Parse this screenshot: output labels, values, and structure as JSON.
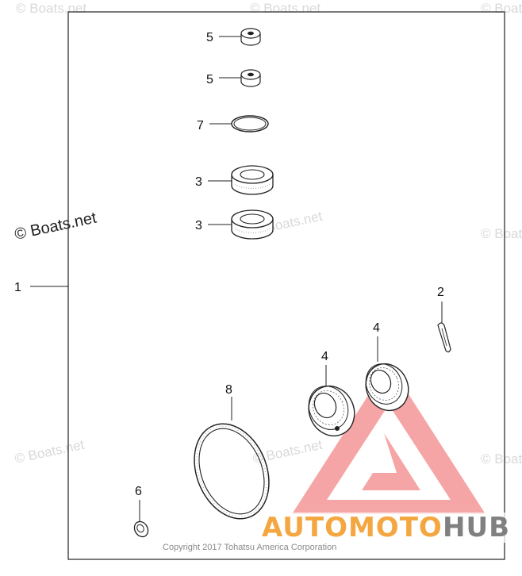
{
  "callouts": {
    "p1": "1",
    "p2": "2",
    "p3a": "3",
    "p3b": "3",
    "p4a": "4",
    "p4b": "4",
    "p5a": "5",
    "p5b": "5",
    "p6": "6",
    "p7": "7",
    "p8": "8"
  },
  "watermarks": {
    "main": "© Boats.net",
    "faint": "© Boats.net"
  },
  "copyright": "Copyright 2017 Tohatsu America Corporation",
  "logo": {
    "part1": "AUTOMOTO",
    "part2": "HUB",
    "color_primary": "#f4a640",
    "color_secondary": "#808080",
    "triangle_color": "#ef6b6b"
  }
}
